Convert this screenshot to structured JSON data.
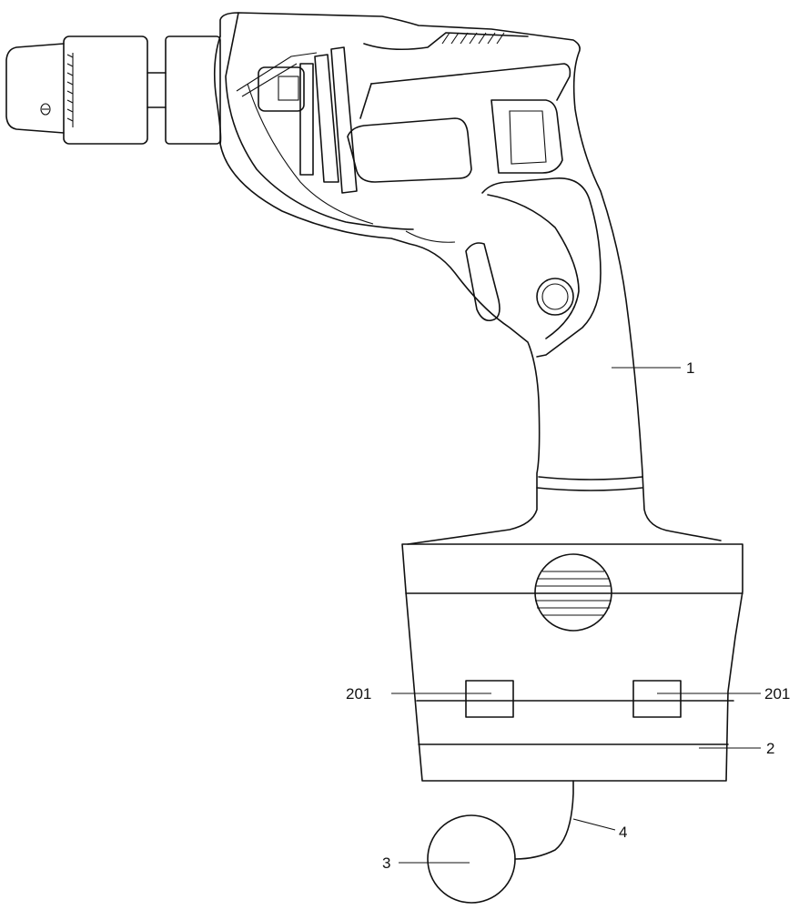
{
  "figure": {
    "labels": {
      "body": "1",
      "battery_pack": "2",
      "external_device": "3",
      "cable": "4",
      "module_left": "201",
      "module_right": "201"
    }
  }
}
